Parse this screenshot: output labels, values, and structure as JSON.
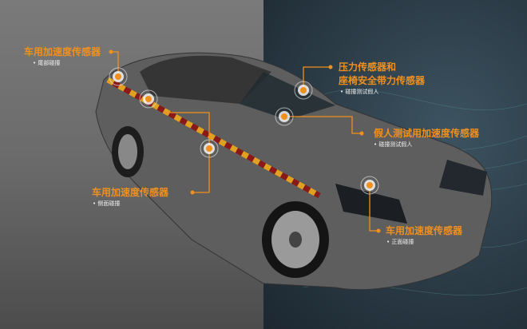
{
  "colors": {
    "accent": "#f0901e",
    "left_bg": "#6e6e6e",
    "right_bg": "#2b3a44"
  },
  "callouts": [
    {
      "title": "车用加速度传感器",
      "subtitle": "尾部碰撞"
    },
    {
      "title_line1": "压力传感器和",
      "title_line2": "座椅安全带力传感器",
      "subtitle": "碰撞测试假人"
    },
    {
      "title": "假人测试用加速度传感器",
      "subtitle": "碰撞测试假人"
    },
    {
      "title": "车用加速度传感器",
      "subtitle": "侧面碰撞"
    },
    {
      "title": "车用加速度传感器",
      "subtitle": "正面碰撞"
    }
  ]
}
